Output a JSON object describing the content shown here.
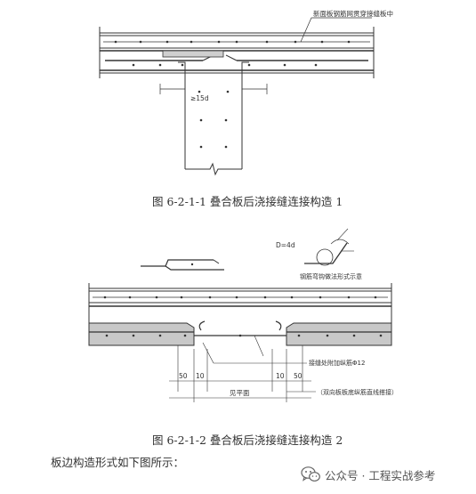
{
  "figure1": {
    "caption": "图 6-2-1-1  叠合板后浇接缝连接构造 1",
    "note": "新面板钢筋网贯穿接缝板中",
    "dim_label": "≥15d"
  },
  "figure2": {
    "caption": "图 6-2-1-2  叠合板后浇接缝连接构造 2",
    "bend_label": "D=4d",
    "bend_note": "钢筋弯钩做法形式示意",
    "rebar_note": "接缝处附加纵筋Φ12",
    "dim_left_50": "50",
    "dim_left_10": "10",
    "dim_right_10": "10",
    "dim_right_50": "50",
    "width_label": "见平面",
    "bottom_note": "（双向板板底纵筋直线搭接）"
  },
  "footer": {
    "text": "板边构造形式如下图所示："
  },
  "watermark": {
    "text": "公众号 · 工程实战参考",
    "icon": "wechat-icon"
  }
}
